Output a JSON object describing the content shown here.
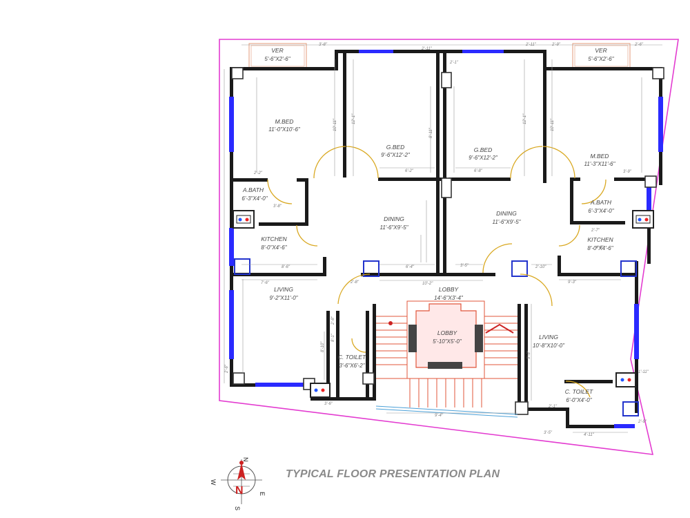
{
  "title": "TYPICAL FLOOR PRESENTATION PLAN",
  "compass": {
    "n": "N",
    "s": "S",
    "e": "E",
    "w": "W"
  },
  "rooms": {
    "ver_left": {
      "name": "VER",
      "size": "5'-6\"X2'-6\""
    },
    "ver_right": {
      "name": "VER",
      "size": "5'-6\"X2'-6\""
    },
    "mbed_left": {
      "name": "M.BED",
      "size": "11'-0\"X10'-6\""
    },
    "gbed_left": {
      "name": "G.BED",
      "size": "9'-6\"X12'-2\""
    },
    "gbed_right": {
      "name": "G.BED",
      "size": "9'-6\"X12'-2\""
    },
    "mbed_right": {
      "name": "M.BED",
      "size": "11'-3\"X11'-6\""
    },
    "abath_left": {
      "name": "A.BATH",
      "size": "6'-3\"X4'-0\""
    },
    "abath_right": {
      "name": "A.BATH",
      "size": "6'-3\"X4'-0\""
    },
    "dining_left": {
      "name": "DINING",
      "size": "11'-6\"X9'-5\""
    },
    "dining_right": {
      "name": "DINING",
      "size": "11'-6\"X9'-5\""
    },
    "kitchen_left": {
      "name": "KITCHEN",
      "size": "8'-0\"X4'-6\""
    },
    "kitchen_right": {
      "name": "KITCHEN",
      "size": "8'-0\"X4'-6\""
    },
    "living_left": {
      "name": "LIVING",
      "size": "9'-2\"X11'-0\""
    },
    "living_right": {
      "name": "LIVING",
      "size": "10'-8\"X10'-0\""
    },
    "lobby_main": {
      "name": "LOBBY",
      "size": "14'-6\"X3'-4\""
    },
    "lobby_core": {
      "name": "LOBBY",
      "size": "5'-10\"X5'-0\""
    },
    "ctoilet_left": {
      "name": "C. TOILET",
      "size": "3'-6\"X6'-2\""
    },
    "ctoilet_right": {
      "name": "C. TOILET",
      "size": "6'-0\"X4'-0\""
    }
  },
  "dims": {
    "d1": "3'-8\"",
    "d2": "2'-11\"",
    "d3": "2'-11\"",
    "d4": "2'-9\"",
    "d5": "2'-6\"",
    "d6": "2'-1\"",
    "d7": "10'-11\"",
    "d8": "12'-1\"",
    "d9": "8'-11\"",
    "d10": "12'-1\"",
    "d11": "10'-11\"",
    "d12": "2'-2\"",
    "d13": "3'-8\"",
    "d14": "6'-2\"",
    "d15": "6'-8\"",
    "d16": "3'-9\"",
    "d17": "2'-7\"",
    "d18": "8'-6\"",
    "d19": "6'-4\"",
    "d20": "3'-5\"",
    "d21": "10'-2\"",
    "d22": "2'-10\"",
    "d23": "9'-3\"",
    "d24": "7'-6\"",
    "d25": "2'-8\"",
    "d26": "8'-10\"",
    "d27": "8'-1\"",
    "d28": "9'-6\"",
    "d29": "2'-6\"",
    "d30": "9'-4\"",
    "d31": "3'-6\"",
    "d32": "2'-1\"",
    "d33": "3'-5\"",
    "d34": "4'-11\"",
    "d35": "1'-11\"",
    "d36": "4'-5\"",
    "d37": "2'-8\"",
    "d38": "2'-9\""
  }
}
